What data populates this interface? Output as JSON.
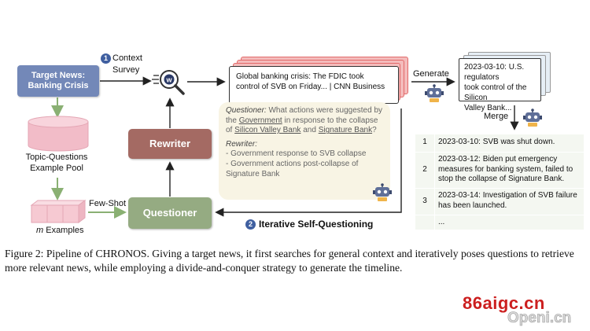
{
  "figure": {
    "target_news": [
      "Target News:",
      "Banking Crisis"
    ],
    "context_survey": {
      "num": "1",
      "line1": "Context",
      "line2": "Survey"
    },
    "search_icon_letter": "w",
    "pool_label": [
      "Topic-Questions",
      "Example Pool"
    ],
    "few_shot": "Few-Shot",
    "m_examples": {
      "m": "m",
      "rest": " Examples"
    },
    "rewriter": "Rewriter",
    "questioner": "Questioner",
    "news_result": [
      "Global banking crisis: The FDIC took",
      "control of SVB on Friday... | CNN Business"
    ],
    "generate": "Generate",
    "merge": "Merge",
    "generated_news": [
      "2023-03-10: U.S. regulators",
      "took control of the Silicon",
      "Valley Bank..."
    ],
    "bubble": {
      "q_role": "Questioner:",
      "q_1": " What actions were suggested by the ",
      "q_gov": "Government",
      "q_2": " in response to the collapse of ",
      "q_svb": "Silicon Valley Bank",
      "q_3": " and ",
      "q_sig": "Signature Bank",
      "q_4": "?",
      "r_role": "Rewriter:",
      "r_1": "- Government response to SVB collapse",
      "r_2": "- Government actions post-collapse of Signature Bank"
    },
    "timeline": [
      {
        "idx": "1",
        "text": "2023-03-10: SVB was shut down."
      },
      {
        "idx": "2",
        "text": "2023-03-12: Biden put emergency measures for banking system, failed to stop the collapse of Signature Bank."
      },
      {
        "idx": "3",
        "text": "2023-03-14: Investigation of SVB failure has been launched."
      },
      {
        "idx": "",
        "text": "..."
      }
    ],
    "iterative": {
      "num": "2",
      "label": "Iterative Self-Questioning"
    }
  },
  "caption": "Figure 2: Pipeline of CHRONOS. Giving a target news, it first searches for general context and iteratively poses questions to retrieve more relevant news, while employing a divide-and-conquer strategy to generate the timeline.",
  "watermark": {
    "line1": "86aigc.cn",
    "line2": "Openi.cn"
  },
  "colors": {
    "target": "#7388b8",
    "rewriter": "#a46a63",
    "questioner": "#95ab82",
    "news_stack": "#e26a6a",
    "arrow": "#222222",
    "flow_arrow": "#8ab073"
  }
}
